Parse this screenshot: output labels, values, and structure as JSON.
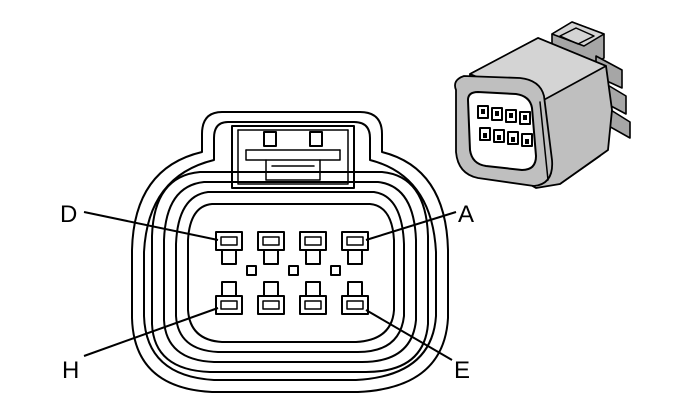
{
  "diagram": {
    "callouts": [
      {
        "id": "A",
        "label": "A"
      },
      {
        "id": "D",
        "label": "D"
      },
      {
        "id": "E",
        "label": "E"
      },
      {
        "id": "H",
        "label": "H"
      }
    ],
    "terminal_cavities": {
      "rows": 2,
      "columns": 4,
      "total": 8
    },
    "colors": {
      "line": "#000000",
      "background": "#ffffff",
      "isometric_body": "#bfbfbf"
    }
  }
}
